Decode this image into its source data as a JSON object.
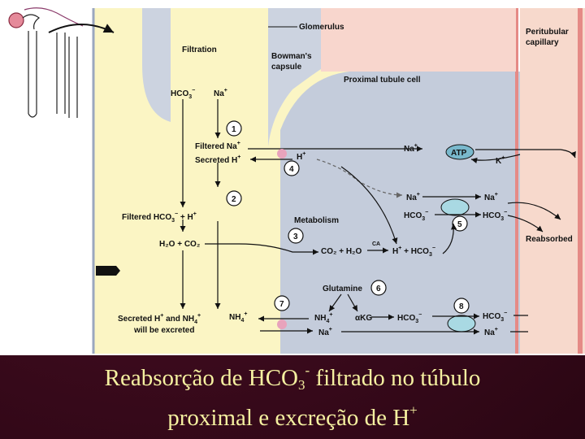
{
  "labels": {
    "glomerulus": "Glomerulus",
    "filtration": "Filtration",
    "bowmans_1": "Bowman's",
    "bowmans_2": "capsule",
    "peritubular_1": "Peritubular",
    "peritubular_2": "capillary",
    "proximal_cell": "Proximal tubule cell",
    "hco3": "HCO",
    "na": "Na",
    "filtered_na": "Filtered Na",
    "secreted_h": "Secreted H",
    "h": "H",
    "atp": "ATP",
    "k": "K",
    "filtered_hco3": "Filtered HCO",
    "plus_h": "+ H",
    "metabolism": "Metabolism",
    "h2o_co2": "H₂O + CO₂",
    "co2_h2o": "CO₂ + H₂O",
    "ca": "CA",
    "h_plus_hco3_h": "H",
    "h_plus_hco3_rest": "+ HCO",
    "reabsorbed": "Reabsorbed",
    "glutamine": "Glutamine",
    "secreted_nh4_1": "Secreted H",
    "secreted_nh4_2": "and NH",
    "will_be_excreted": "will be excreted",
    "nh4": "NH",
    "akg": "αKG",
    "sub3": "3",
    "sub4": "4",
    "sup_minus": "−",
    "sup_plus": "+"
  },
  "steps": [
    "1",
    "2",
    "3",
    "4",
    "5",
    "6",
    "7",
    "8"
  ],
  "caption": {
    "line1_a": "Reabsorção de HCO",
    "line1_sub": "3",
    "line1_sup": "-",
    "line1_b": " filtrado no túbulo",
    "line2_a": "proximal e excreção de H",
    "line2_sup": "+"
  },
  "colors": {
    "filtrate": "#fbf5c4",
    "capsule": "#ccd3e0",
    "cell": "#c4ccdb",
    "capillary": "#f7d9cc",
    "capillary_edge": "#e58a86",
    "background": "#3a0a1c",
    "caption_text": "#f5f0a0"
  }
}
